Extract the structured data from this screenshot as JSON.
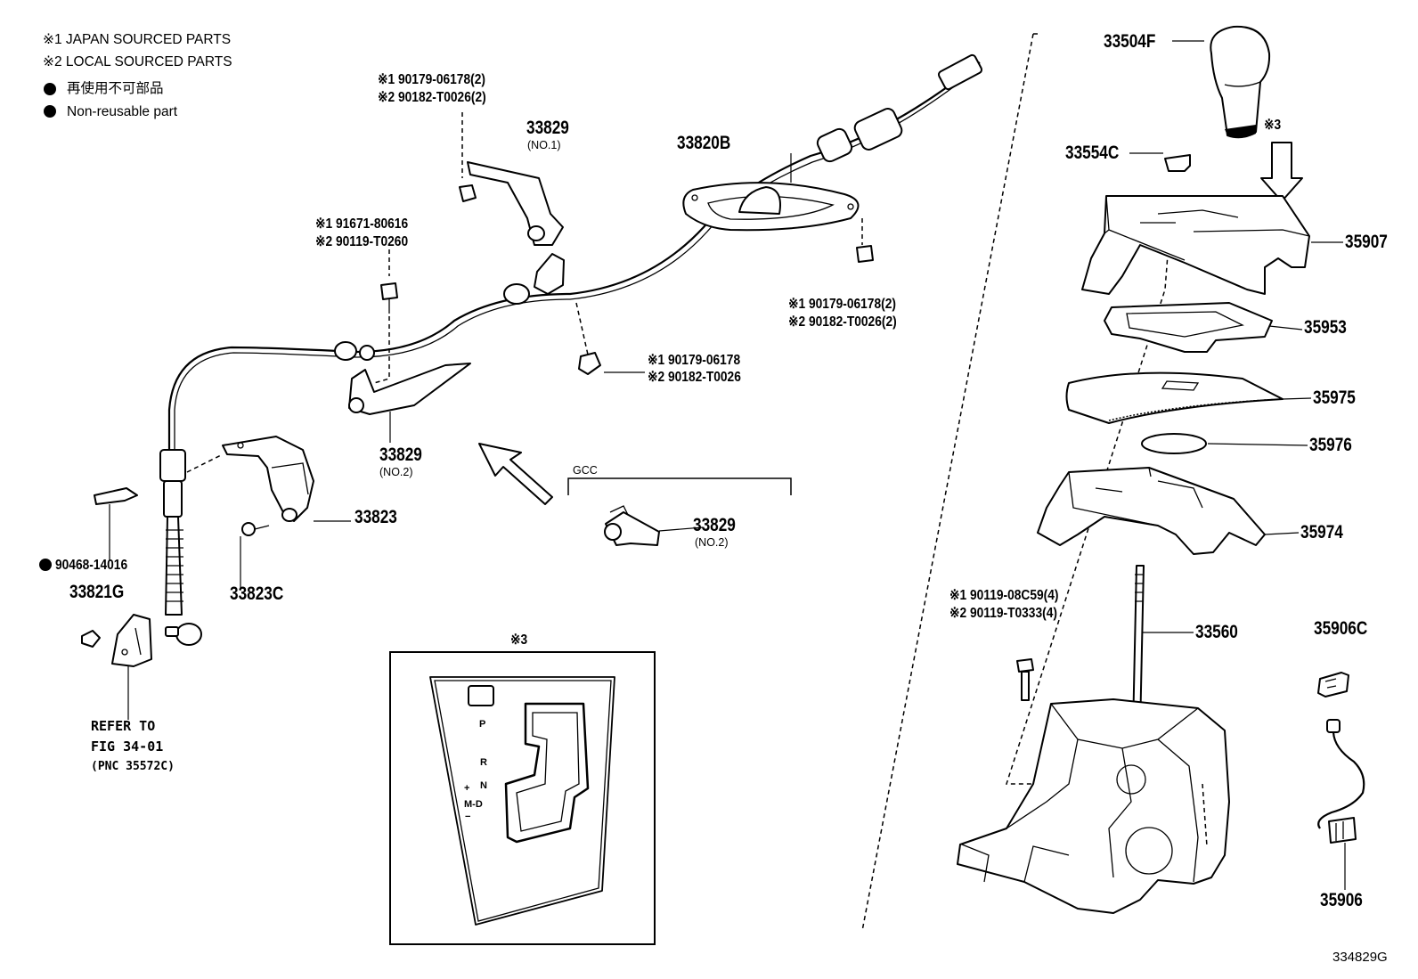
{
  "legend": {
    "japan": "※1 JAPAN SOURCED PARTS",
    "local": "※2 LOCAL SOURCED PARTS",
    "nonreuse_jp": "再使用不可部品",
    "nonreuse_en": "Non-reusable part"
  },
  "labels": {
    "p33504F": "33504F",
    "p33554C": "33554C",
    "mark3_top": "※3",
    "p35907": "35907",
    "p35953": "35953",
    "p35975": "35975",
    "p35976": "35976",
    "p35974": "35974",
    "p33560": "33560",
    "p35906C": "35906C",
    "p35906": "35906",
    "bolt4_1": "※1 90119-08C59(4)",
    "bolt4_2": "※2 90119-T0333(4)",
    "p33820B": "33820B",
    "p33829_no1": "33829",
    "no1": "(NO.1)",
    "nut2a_1": "※1 90179-06178(2)",
    "nut2a_2": "※2 90182-T0026(2)",
    "nut2b_1": "※1 90179-06178(2)",
    "nut2b_2": "※2 90182-T0026(2)",
    "nut_1": "※1 90179-06178",
    "nut_2": "※2 90182-T0026",
    "bolt_1": "※1 91671-80616",
    "bolt_2": "※2 90119-T0260",
    "p33829_no2": "33829",
    "no2": "(NO.2)",
    "gcc": "GCC",
    "p33829_gcc": "33829",
    "no2_gcc": "(NO.2)",
    "p33823": "33823",
    "p33823C": "33823C",
    "p90468": "90468-14016",
    "p33821G": "33821G",
    "refer1": "REFER TO",
    "refer2": "FIG 34-01",
    "refer3": "(PNC 35572C)",
    "mark3_box": "※3",
    "gear_p": "P",
    "gear_r": "R",
    "gear_n": "N",
    "gear_d": "M-D",
    "gear_plus": "+",
    "gear_minus": "−",
    "figure_code": "334829G"
  }
}
